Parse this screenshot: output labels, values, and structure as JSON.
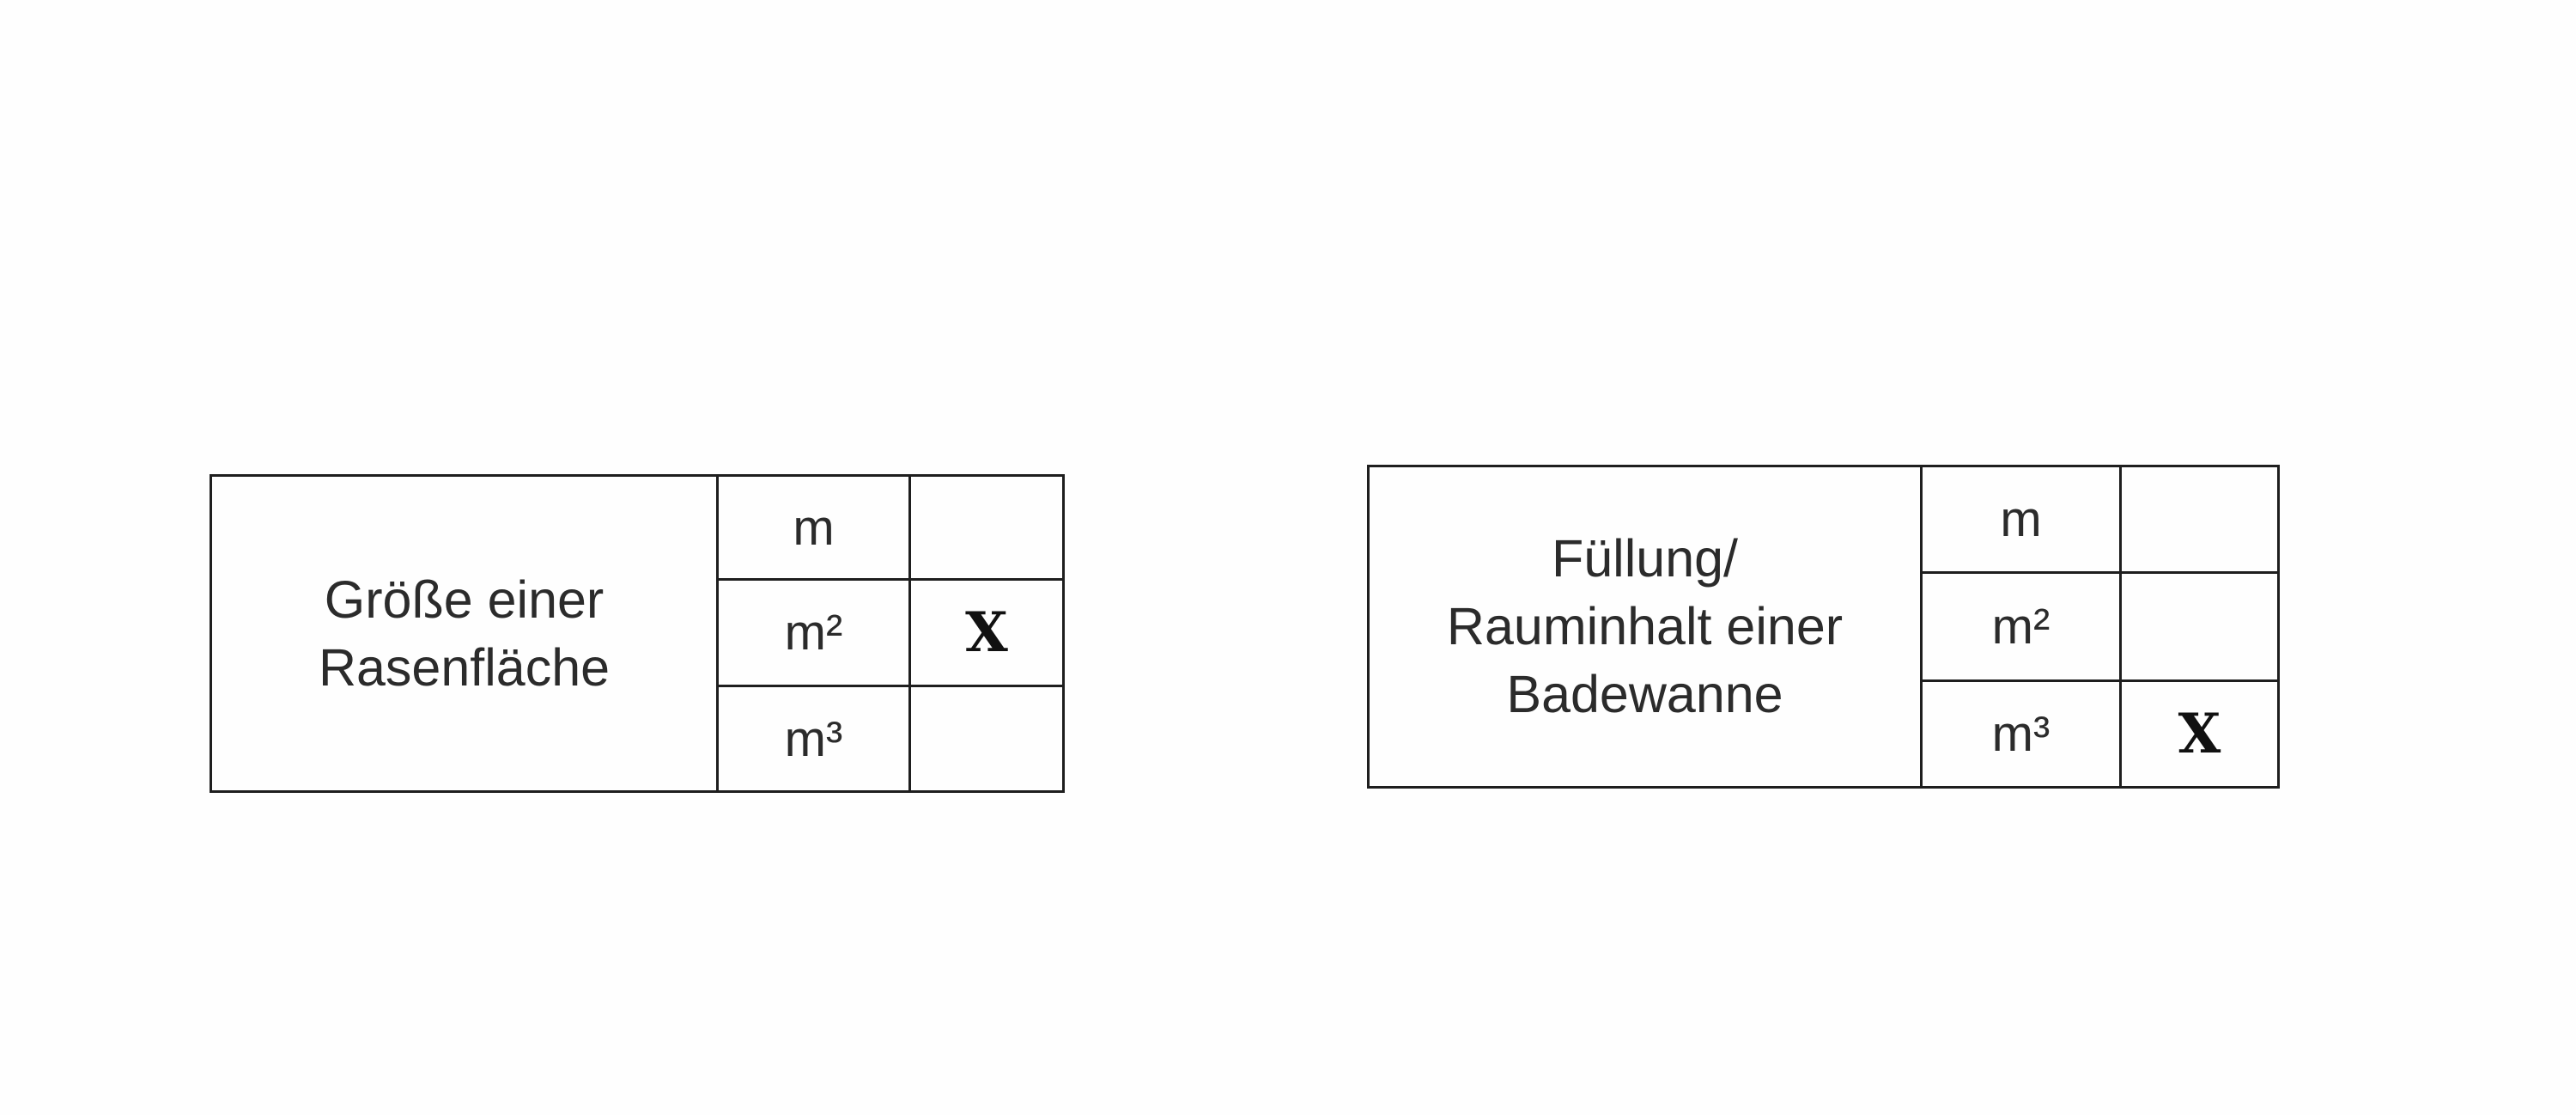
{
  "tables": [
    {
      "label_lines": [
        "Größe einer",
        "Rasenfläche"
      ],
      "rows": [
        {
          "unit": "m",
          "mark": ""
        },
        {
          "unit": "m²",
          "mark": "X"
        },
        {
          "unit": "m³",
          "mark": ""
        }
      ]
    },
    {
      "label_lines": [
        "Füllung/",
        "Rauminhalt einer",
        "Badewanne"
      ],
      "rows": [
        {
          "unit": "m",
          "mark": ""
        },
        {
          "unit": "m²",
          "mark": ""
        },
        {
          "unit": "m³",
          "mark": "X"
        }
      ]
    }
  ]
}
